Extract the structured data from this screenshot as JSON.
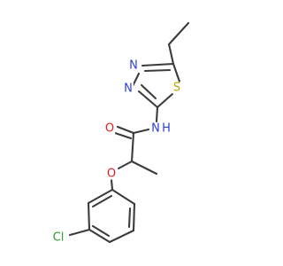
{
  "atoms": {
    "n_thiadiazole_1": {
      "text": "N",
      "color": "#2f3fd6"
    },
    "n_thiadiazole_2": {
      "text": "N",
      "color": "#2f3fd6"
    },
    "s_thiadiazole": {
      "text": "S",
      "color": "#b8a400"
    },
    "n_amide": {
      "text": "N",
      "color": "#2f3fd6"
    },
    "h_amide": {
      "text": "H",
      "color": "#2f3fd6"
    },
    "o_carbonyl": {
      "text": "O",
      "color": "#e02020"
    },
    "o_ether": {
      "text": "O",
      "color": "#e02020"
    },
    "cl": {
      "text": "Cl",
      "color": "#2a9d2a"
    }
  }
}
